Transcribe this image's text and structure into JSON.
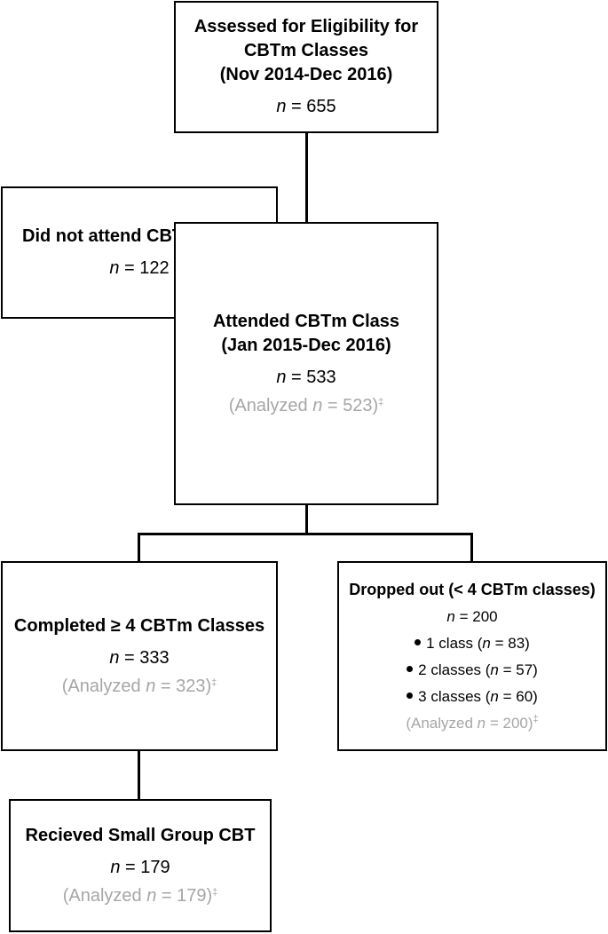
{
  "boxes": {
    "assessed": {
      "title_lines": [
        "Assessed for Eligibility for",
        "CBTm Classes",
        "(Nov 2014-Dec 2016)"
      ],
      "n_prefix": "n",
      "n_value": "= 655"
    },
    "did_not_attend": {
      "title": "Did not attend CBTm Class",
      "title_mark": "†",
      "n_prefix": "n",
      "n_value": "= 122"
    },
    "attended": {
      "title_lines": [
        "Attended CBTm Class",
        "(Jan 2015-Dec 2016)"
      ],
      "n_prefix": "n",
      "n_value": "= 533",
      "analyzed_open": "(Analyzed",
      "analyzed_n": "n",
      "analyzed_value": "= 523)",
      "analyzed_mark": "‡"
    },
    "completed": {
      "title": "Completed ≥ 4 CBTm Classes",
      "n_prefix": "n",
      "n_value": "= 333",
      "analyzed_open": "(Analyzed",
      "analyzed_n": "n",
      "analyzed_value": "= 323)",
      "analyzed_mark": "‡"
    },
    "dropped": {
      "title": "Dropped out (< 4 CBTm classes)",
      "n_prefix": "n",
      "n_value": "= 200",
      "items": [
        {
          "text": "1 class (",
          "n": "n",
          "value": "= 83)"
        },
        {
          "text": "2 classes (",
          "n": "n",
          "value": "= 57)"
        },
        {
          "text": "3 classes (",
          "n": "n",
          "value": "= 60)"
        }
      ],
      "analyzed_open": "(Analyzed",
      "analyzed_n": "n",
      "analyzed_value": "= 200)",
      "analyzed_mark": "‡"
    },
    "small_group": {
      "title": "Recieved Small Group CBT",
      "n_prefix": "n",
      "n_value": "= 179",
      "analyzed_open": "(Analyzed",
      "analyzed_n": "n",
      "analyzed_value": "= 179)",
      "analyzed_mark": "‡"
    }
  }
}
